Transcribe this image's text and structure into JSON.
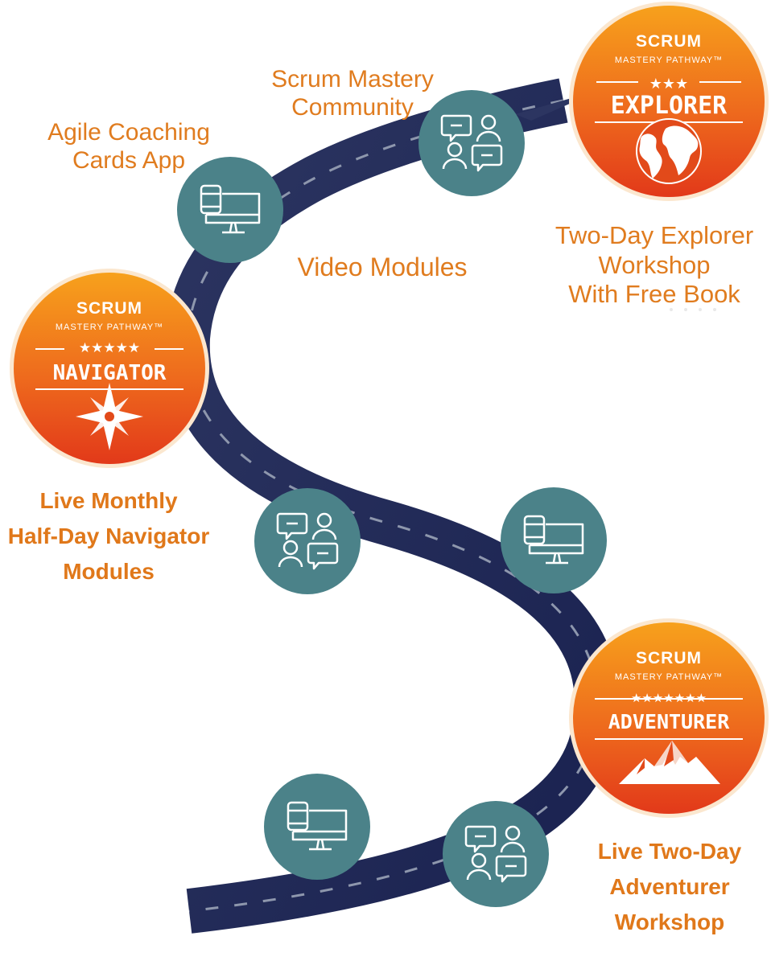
{
  "colors": {
    "road": "#262f5a",
    "road_dash": "#8e97ad",
    "icon_circle": "#4b8289",
    "badge_top": "#f7a11c",
    "badge_bottom": "#e2391a",
    "label_text": "#e07c1f"
  },
  "labels": {
    "agile_coaching": [
      "Agile Coaching",
      "Cards App"
    ],
    "community": [
      "Scrum Mastery",
      "Community"
    ],
    "video_modules": "Video Modules",
    "explorer_workshop": [
      "Two-Day Explorer",
      "Workshop",
      "With Free Book"
    ],
    "navigator_modules": [
      "Live Monthly",
      "Half-Day Navigator",
      "Modules"
    ],
    "adventurer_workshop": [
      "Live Two-Day",
      "Adventurer",
      "Workshop"
    ]
  },
  "badges": {
    "explorer": {
      "brand": "SCRUM",
      "subtitle": "MASTERY PATHWAY™",
      "stars": 3,
      "level": "EXPLORER",
      "emblem": "globe-icon"
    },
    "navigator": {
      "brand": "SCRUM",
      "subtitle": "MASTERY PATHWAY™",
      "stars": 5,
      "level": "NAVIGATOR",
      "emblem": "compass-icon"
    },
    "adventurer": {
      "brand": "SCRUM",
      "subtitle": "MASTERY PATHWAY™",
      "stars": 7,
      "level": "ADVENTURER",
      "emblem": "mountain-icon"
    }
  },
  "milestones": [
    {
      "icon": "devices-icon",
      "meaning": "app"
    },
    {
      "icon": "chat-people-icon",
      "meaning": "community"
    },
    {
      "icon": "chat-people-icon",
      "meaning": "community"
    },
    {
      "icon": "devices-icon",
      "meaning": "video"
    },
    {
      "icon": "devices-icon",
      "meaning": "video"
    },
    {
      "icon": "chat-people-icon",
      "meaning": "community"
    }
  ]
}
